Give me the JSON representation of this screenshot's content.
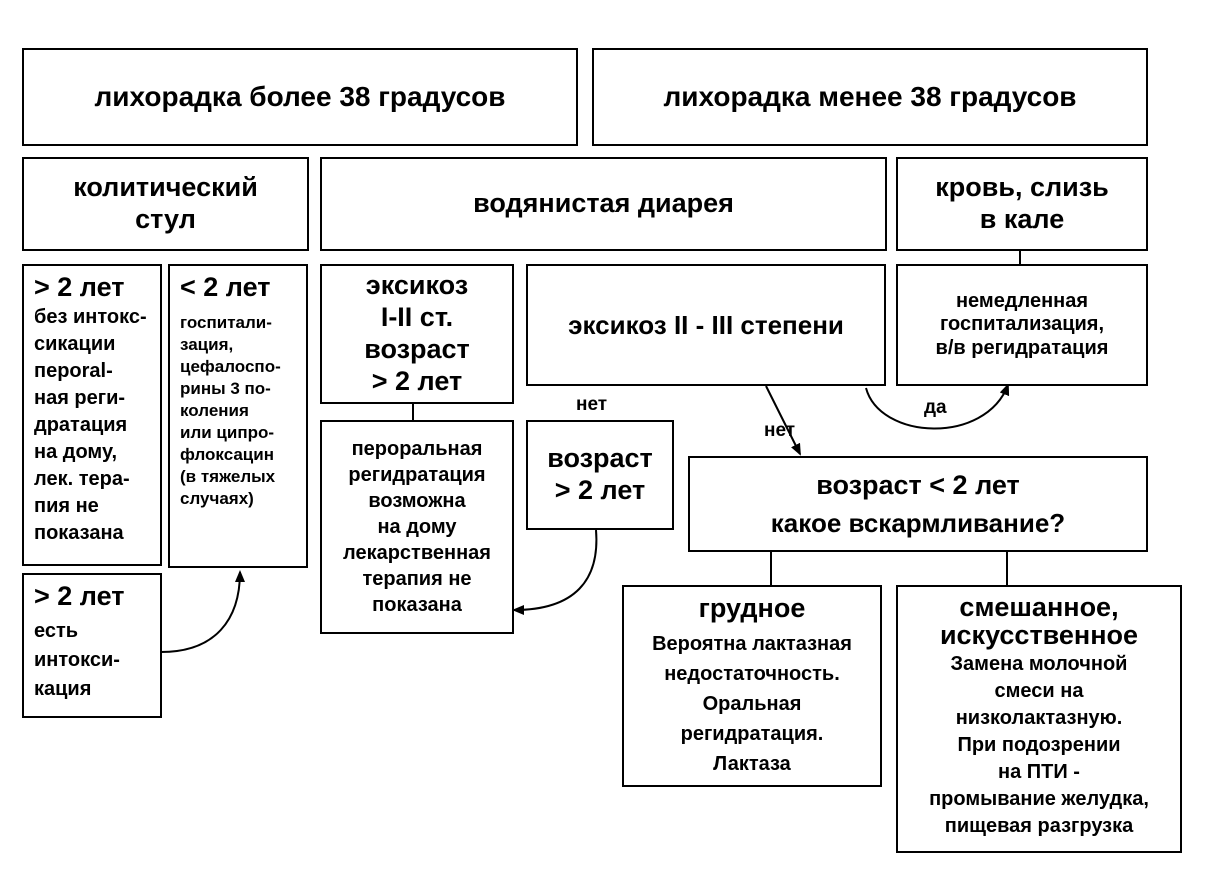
{
  "boxes": {
    "fever_above": "лихорадка более 38 градусов",
    "fever_below": "лихорадка менее 38 градусов",
    "colitic": [
      "колитический",
      "стул"
    ],
    "watery": "водянистая диарея",
    "blood": [
      "кровь, слизь",
      "в кале"
    ],
    "over2_title": "> 2 лет",
    "over2_lines": [
      "без интокс-",
      "сикации",
      "пероral-",
      "ная реги-",
      "дратация",
      "на дому,",
      "лек. тера-",
      "пия не",
      "показана"
    ],
    "under2_title": "< 2 лет",
    "under2_lines": [
      "госпитали-",
      "зация,",
      "цефалоспо-",
      "рины 3 по-",
      "коления",
      "или ципро-",
      "флоксацин",
      "(в тяжелых",
      "случаях)"
    ],
    "over2_intox_title": "> 2 лет",
    "over2_intox_lines": [
      "есть",
      "интокси-",
      "кация"
    ],
    "exicosis12": [
      "эксикоз",
      "I-II  ст.",
      "возраст",
      "> 2 лет"
    ],
    "exicosis23": "эксикоз II - III степени",
    "hospital": [
      "немедленная",
      "госпитализация,",
      "в/в регидратация"
    ],
    "oral_home": [
      "пероральная",
      "регидратация",
      "возможна",
      "на дому",
      "лекарственная",
      "терапия не",
      "показана"
    ],
    "age_over2": [
      "возраст",
      "> 2 лет"
    ],
    "age_under2": [
      "возраст  < 2 лет",
      "какое вскармливание?"
    ],
    "breast_title": "грудное",
    "breast_lines": [
      "Вероятна  лактазная",
      "недостаточность.",
      "Оральная",
      "регидратация.",
      "Лактаза"
    ],
    "mixed_title": [
      "смешанное,",
      "искусственное"
    ],
    "mixed_lines": [
      "Замена молочной",
      "смеси на",
      "низколактазную.",
      "При  подозрении",
      "на ПТИ -",
      "промывание желудка,",
      "пищевая  разгрузка"
    ]
  },
  "labels": {
    "no1": "нет",
    "no2": "нет",
    "yes": "да"
  }
}
